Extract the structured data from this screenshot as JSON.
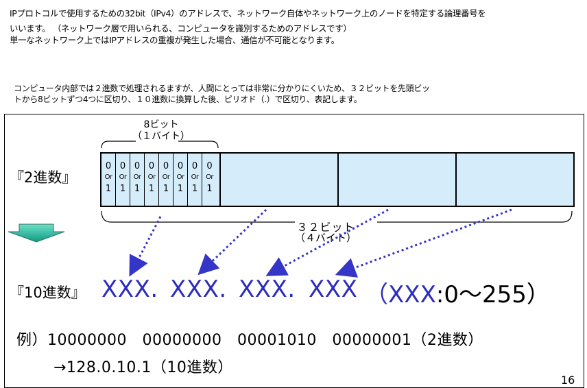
{
  "intro": {
    "line1": "IPプロトコルで使用するための32bit（IPv4）のアドレスで、ネットワーク自体やネットワーク上のノードを特定する論理番号を",
    "line2": "いいます。 （ネットワーク層で用いられる、コンピュータを識別するためのアドレスです）",
    "line3": "単一なネットワーク上ではIPアドレスの重複が発生した場合、通信が不可能となります。"
  },
  "description": {
    "line1": "コンピュータ内部では２進数で処理されるますが、人間にとっては非常に分かりにくいため、３２ビットを先頭ビッ",
    "line2": "トから8ビットずつ4つに区切り、１０進数に換算した後、ピリオド（.）で区切り、表記します。"
  },
  "diagram": {
    "byte_label_line1": "8ビット",
    "byte_label_line2": "（１バイト）",
    "total_label_line1": "３２ビット",
    "total_label_line2": "（４バイト）",
    "binary_label": "『2進数』",
    "decimal_label": "『10進数』",
    "bit_top": "0",
    "bit_or": "Or",
    "bit_bottom": "1",
    "decimal_groups": [
      "XXX.",
      "XXX.",
      "XXX.",
      "XXX"
    ],
    "range_open": "（XXX",
    "range_value": ":0～255）"
  },
  "example": {
    "line1": "例）10000000　00000000　00001010　00000001（2進数）",
    "line2": "→128.0.10.1（10進数）"
  },
  "page_number": "16",
  "colors": {
    "accent_blue": "#2b2bbf",
    "cell_fill": "#d5ecfb",
    "arrow_green": "#14a38b"
  }
}
